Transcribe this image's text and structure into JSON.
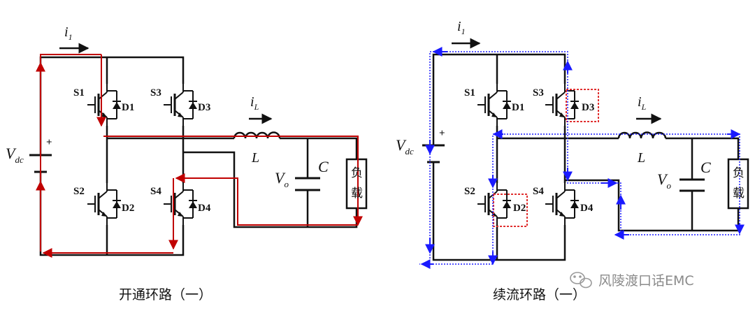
{
  "diagrams": [
    {
      "caption": "开通环路（一）",
      "source_label": "V",
      "source_sub": "dc",
      "plus": "+",
      "current_in": "i",
      "current_in_sub": "1",
      "inductor_current": "i",
      "inductor_current_sub": "L",
      "inductor_label": "L",
      "cap_label": "C",
      "vo_label": "V",
      "vo_sub": "o",
      "load_line1": "负",
      "load_line2": "载",
      "switches": [
        "S1",
        "S2",
        "S3",
        "S4"
      ],
      "diodes": [
        "D1",
        "D2",
        "D3",
        "D4"
      ],
      "loop_color": "#c00000"
    },
    {
      "caption": "续流环路（一）",
      "source_label": "V",
      "source_sub": "dc",
      "plus": "+",
      "current_in": "i",
      "current_in_sub": "1",
      "inductor_current": "i",
      "inductor_current_sub": "L",
      "inductor_label": "L",
      "cap_label": "C",
      "vo_label": "V",
      "vo_sub": "o",
      "load_line1": "负",
      "load_line2": "载",
      "switches": [
        "S1",
        "S2",
        "S3",
        "S4"
      ],
      "diodes": [
        "D1",
        "D2",
        "D3",
        "D4"
      ],
      "loop_color": "#1a1aff",
      "highlight_color": "#e03030"
    }
  ],
  "watermark": "风陵渡口话EMC"
}
